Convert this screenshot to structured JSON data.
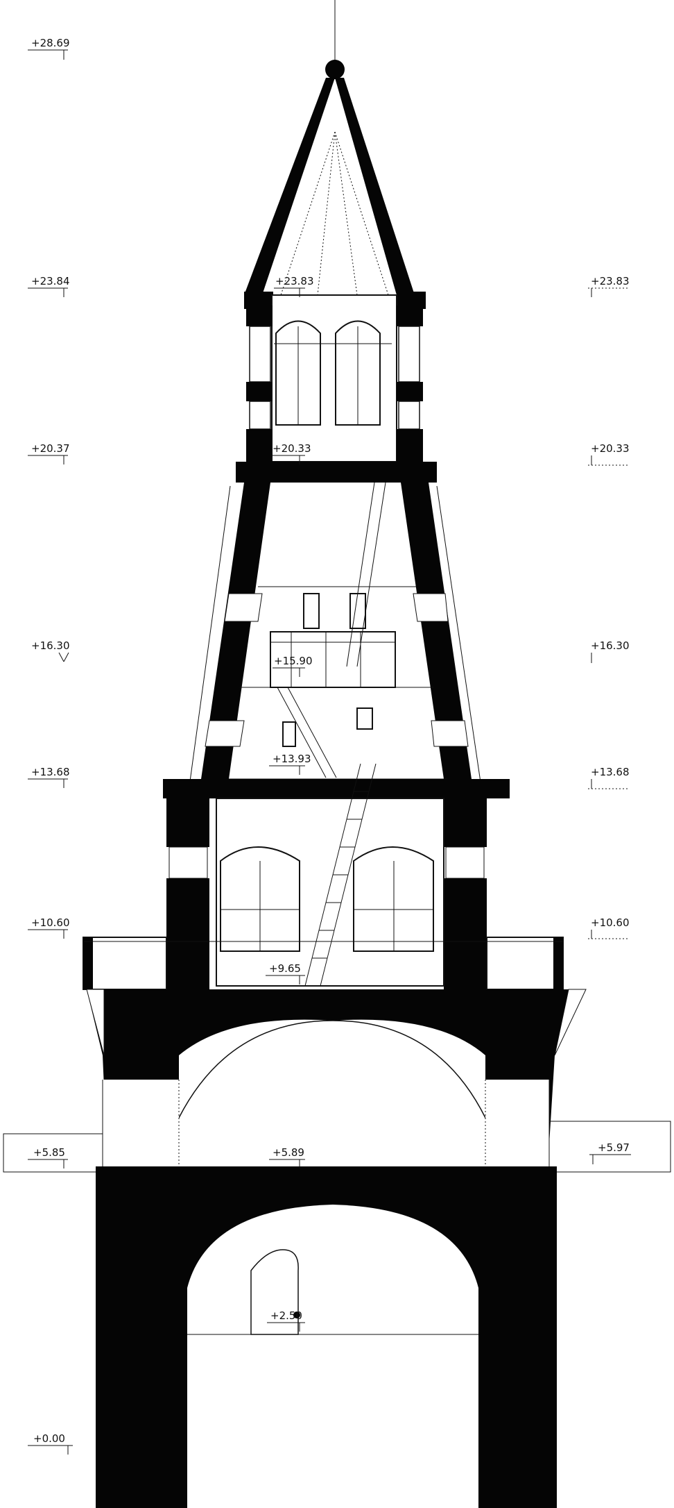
{
  "drawing": {
    "elevations_left": [
      "+28.69",
      "+23.84",
      "+20.37",
      "+16.30",
      "+13.68",
      "+10.60",
      "+5.85",
      "+0.00"
    ],
    "elevations_right": [
      "+23.83",
      "+20.33",
      "+16.30",
      "+13.68",
      "+10.60",
      "+5.97"
    ],
    "elevations_center": [
      "+23.83",
      "+20.33",
      "+15.90",
      "+13.93",
      "+9.65",
      "+5.89",
      "+2.50"
    ]
  }
}
